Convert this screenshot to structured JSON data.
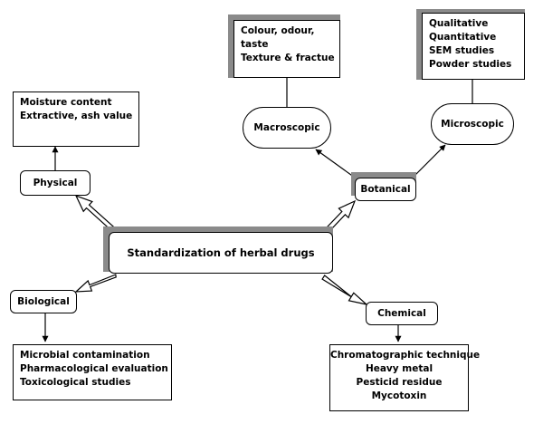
{
  "center": {
    "label": "Standardization of herbal drugs"
  },
  "categories": {
    "physical": "Physical",
    "biological": "Biological",
    "botanical": "Botanical",
    "chemical": "Chemical"
  },
  "botanical_sub": {
    "macroscopic": "Macroscopic",
    "microscopic": "Microscopic"
  },
  "details": {
    "physical": [
      "Moisture content",
      "Extractive, ash value"
    ],
    "macroscopic": [
      "Colour, odour,",
      "taste",
      "Texture & fractue"
    ],
    "microscopic": [
      "Qualitative",
      "Quantitative",
      "SEM studies",
      "Powder studies"
    ],
    "biological": [
      "Microbial contamination",
      "Pharmacological evaluation",
      "Toxicological studies"
    ],
    "chemical": [
      "Chromatographic technique",
      "Heavy metal",
      "Pesticid residue",
      "Mycotoxin"
    ]
  }
}
